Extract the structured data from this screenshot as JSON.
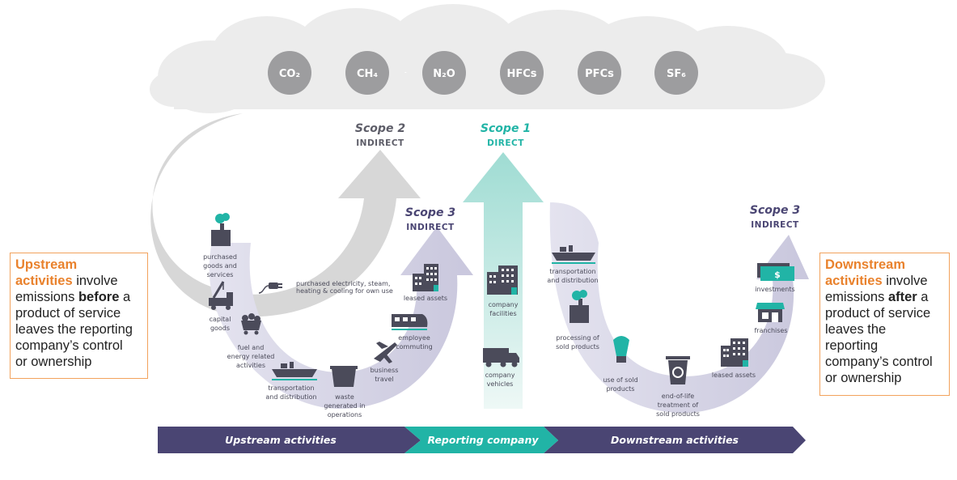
{
  "gases": [
    "CO₂",
    "CH₄",
    "N₂O",
    "HFCs",
    "PFCs",
    "SF₆"
  ],
  "scopes": {
    "scope2": {
      "title": "Scope 2",
      "subtitle": "INDIRECT"
    },
    "scope1": {
      "title": "Scope 1",
      "subtitle": "DIRECT"
    },
    "scope3_up": {
      "title": "Scope 3",
      "subtitle": "INDIRECT"
    },
    "scope3_down": {
      "title": "Scope 3",
      "subtitle": "INDIRECT"
    }
  },
  "scope2_activity": [
    "purchased electricity, steam,",
    "heating & cooling for own use"
  ],
  "upstream_activities": {
    "purchased_goods": [
      "purchased",
      "goods and",
      "services"
    ],
    "capital_goods": [
      "capital",
      "goods"
    ],
    "fuel_energy": [
      "fuel and",
      "energy related",
      "activities"
    ],
    "transport": [
      "transportation",
      "and distribution"
    ],
    "waste": [
      "waste",
      "generated in",
      "operations"
    ],
    "business_travel": [
      "business",
      "travel"
    ],
    "commuting": [
      "employee",
      "commuting"
    ],
    "leased_assets": [
      "leased assets"
    ]
  },
  "company_activities": {
    "facilities": [
      "company",
      "facilities"
    ],
    "vehicles": [
      "company",
      "vehicles"
    ]
  },
  "downstream_activities": {
    "transport": [
      "transportation",
      "and distribution"
    ],
    "processing": [
      "processing of",
      "sold products"
    ],
    "use": [
      "use of sold",
      "products"
    ],
    "end_of_life": [
      "end-of-life",
      "treatment of",
      "sold products"
    ],
    "leased_assets": [
      "leased assets"
    ],
    "franchises": [
      "franchises"
    ],
    "investments": [
      "investments"
    ]
  },
  "bar": {
    "upstream": "Upstream activities",
    "reporting": "Reporting company",
    "downstream": "Downstream activities"
  },
  "left_box": {
    "hl1": "Upstream",
    "hl2": "activities",
    "t1": " involve",
    "t2": "emissions ",
    "b1": "before",
    "t3": " a",
    "t4": "product of service",
    "t5": "leaves the reporting",
    "t6": "company’s control",
    "t7": "or ownership"
  },
  "right_box": {
    "hl1": "Downstream",
    "hl2": "activities",
    "t1": " involve",
    "t2": "emissions ",
    "b1": "after",
    "t3": " a",
    "t4": "product of service",
    "t5": "leaves the",
    "t6": "reporting",
    "t7": "company’s control",
    "t8": "or ownership"
  },
  "colors": {
    "cloud": "#ececec",
    "gas_circle": "#9d9d9f",
    "scope2": "#5d5d68",
    "scope1": "#21b4a6",
    "scope3": "#4a4573",
    "scope3_arrow": "#cfcde2",
    "grey_arrow": "#d7d7d7",
    "teal_arrow": "#a6ddd6",
    "bar_purple": "#4a4573",
    "bar_teal": "#21b4a6",
    "accent_orange": "#e9822d",
    "icon": "#4b4b5a"
  }
}
